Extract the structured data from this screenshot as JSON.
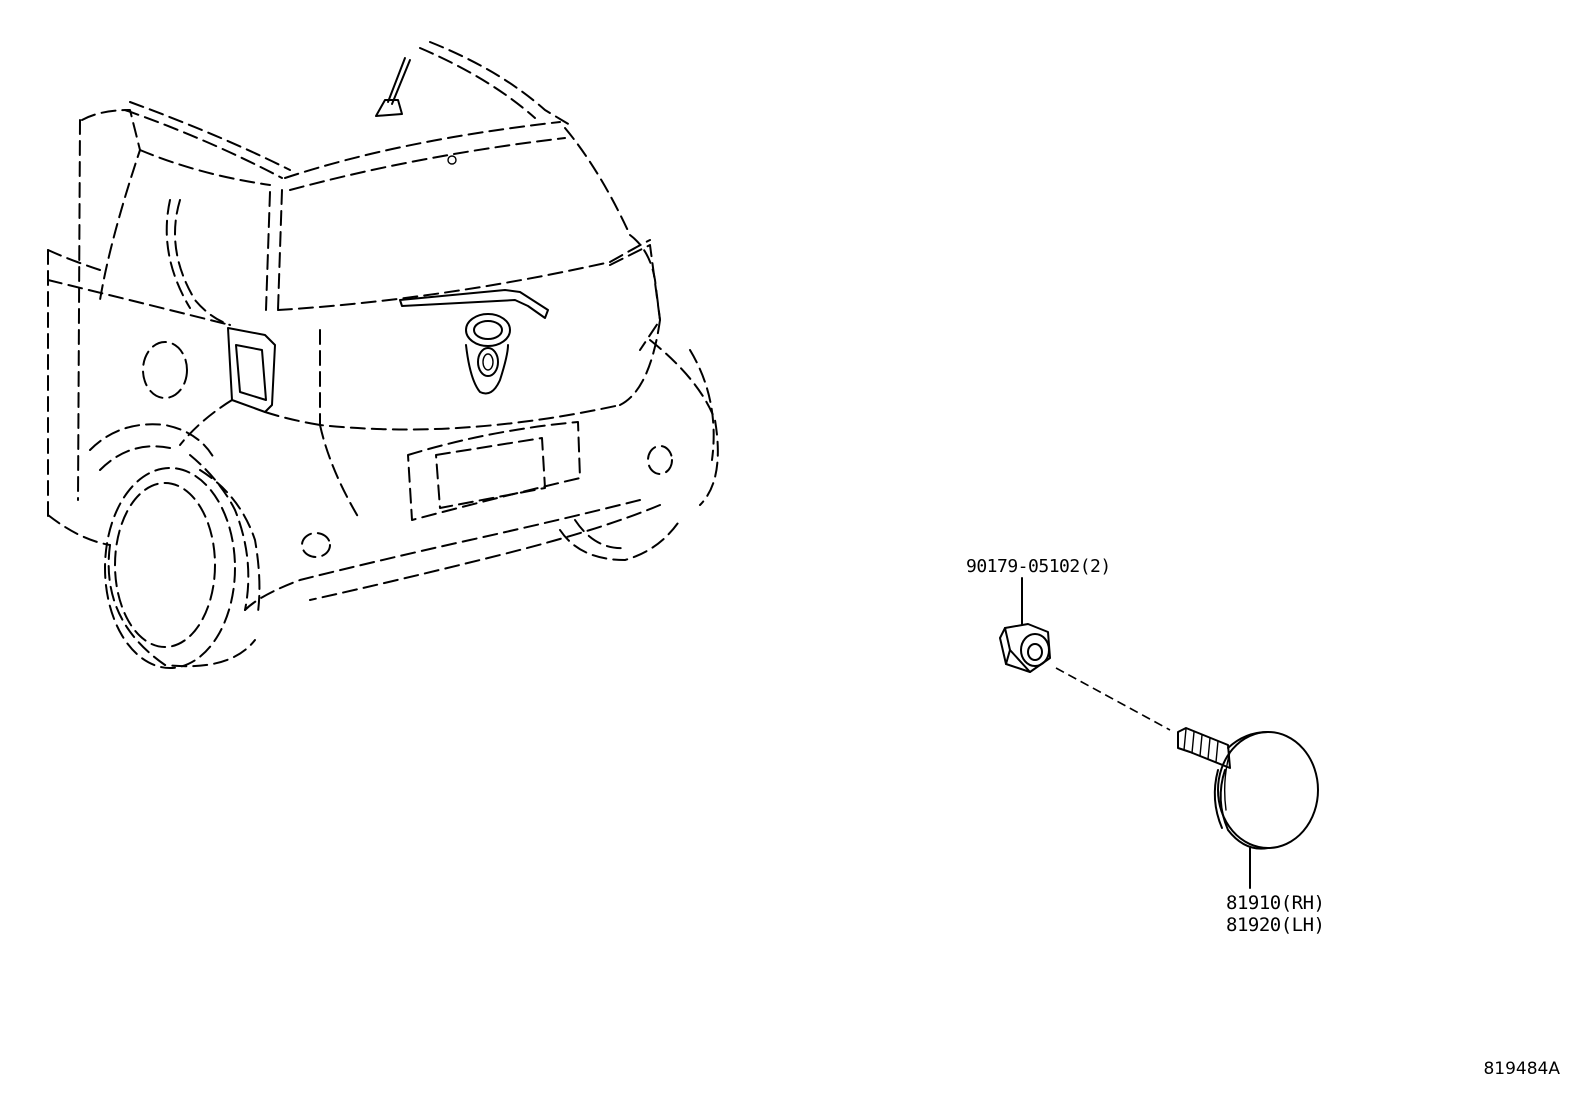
{
  "diagram": {
    "parts": [
      {
        "part_number": "90179-05102(2)",
        "part_type": "nut"
      },
      {
        "part_number": "81910(RH)",
        "part_type": "reflector"
      },
      {
        "part_number": "81920(LH)",
        "part_type": "reflector"
      }
    ],
    "illustration_id": "819484A"
  }
}
